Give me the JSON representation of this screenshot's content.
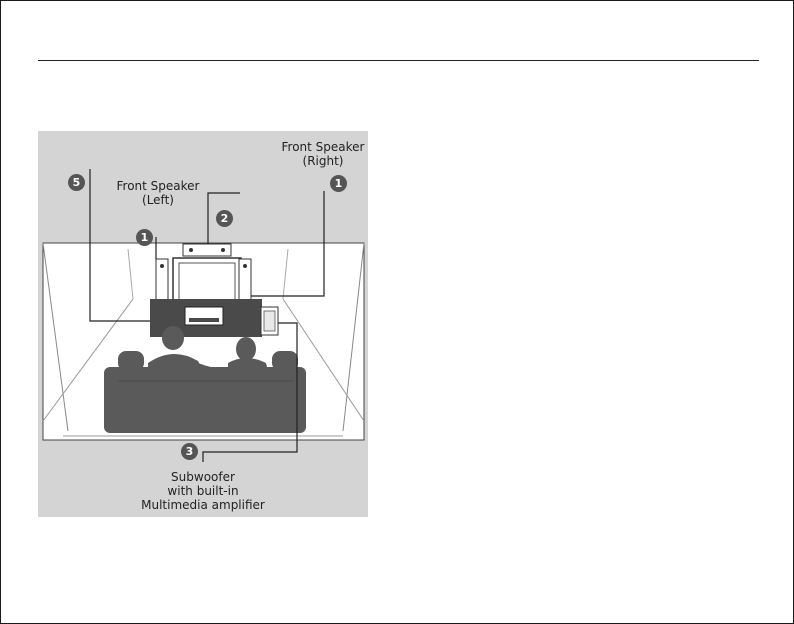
{
  "figure": {
    "labels": {
      "front_right_line1": "Front Speaker",
      "front_right_line2": "(Right)",
      "front_left_line1": "Front Speaker",
      "front_left_line2": "(Left)",
      "subwoofer_line1": "Subwoofer",
      "subwoofer_line2": "with built-in",
      "subwoofer_line3": "Multimedia amplifier"
    },
    "badges": {
      "rear_left": "5",
      "front_left": "1",
      "center": "2",
      "front_right": "1",
      "subwoofer": "3"
    },
    "colors": {
      "background": "#d4d4d4",
      "room_floor": "#ffffff",
      "sofa_and_people": "#5a5a5a",
      "cabinet": "#4a4a4a",
      "badge": "#555555"
    }
  }
}
